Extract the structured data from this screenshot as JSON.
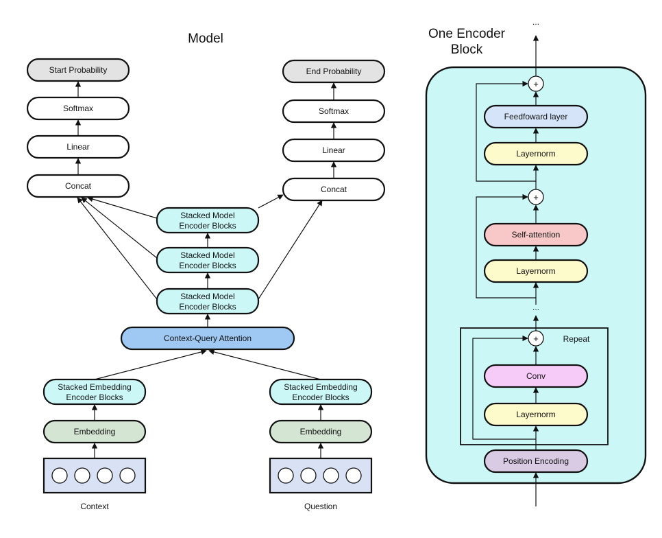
{
  "colors": {
    "cyan": "#ccf7f7",
    "blue": "#9fc8f3",
    "green": "#d4e5d4",
    "grey": "#e3e3e3",
    "white": "#ffffff",
    "yellow": "#fdfbcc",
    "red": "#f8c8c8",
    "pink": "#f7cbf7",
    "lavender": "#d9cbe3",
    "lightblue": "#d5e4f8",
    "input_box": "#d9e1f5"
  },
  "model": {
    "title": "Model",
    "left_column": {
      "output": "Start Probability",
      "softmax": "Softmax",
      "linear": "Linear",
      "concat": "Concat"
    },
    "right_column": {
      "output": "End Probability",
      "softmax": "Softmax",
      "linear": "Linear",
      "concat": "Concat"
    },
    "stacked_model_blocks": [
      [
        "Stacked Model",
        "Encoder Blocks"
      ],
      [
        "Stacked Model",
        "Encoder Blocks"
      ],
      [
        "Stacked Model",
        "Encoder Blocks"
      ]
    ],
    "context_query_attention": "Context-Query Attention",
    "context_side": {
      "embedding_encoder": [
        "Stacked Embedding",
        "Encoder Blocks"
      ],
      "embedding": "Embedding",
      "input_label": "Context"
    },
    "question_side": {
      "embedding_encoder": [
        "Stacked Embedding",
        "Encoder Blocks"
      ],
      "embedding": "Embedding",
      "input_label": "Question"
    }
  },
  "encoder_block": {
    "title": [
      "One Encoder",
      "Block"
    ],
    "top_ellipsis": "...",
    "mid_ellipsis": "...",
    "plus": "+",
    "feedforward": "Feedfoward layer",
    "layernorm_ff": "Layernorm",
    "self_attention": "Self-attention",
    "layernorm_sa": "Layernorm",
    "repeat_label": "Repeat",
    "conv": "Conv",
    "layernorm_conv": "Layernorm",
    "position_encoding": "Position Encoding"
  }
}
